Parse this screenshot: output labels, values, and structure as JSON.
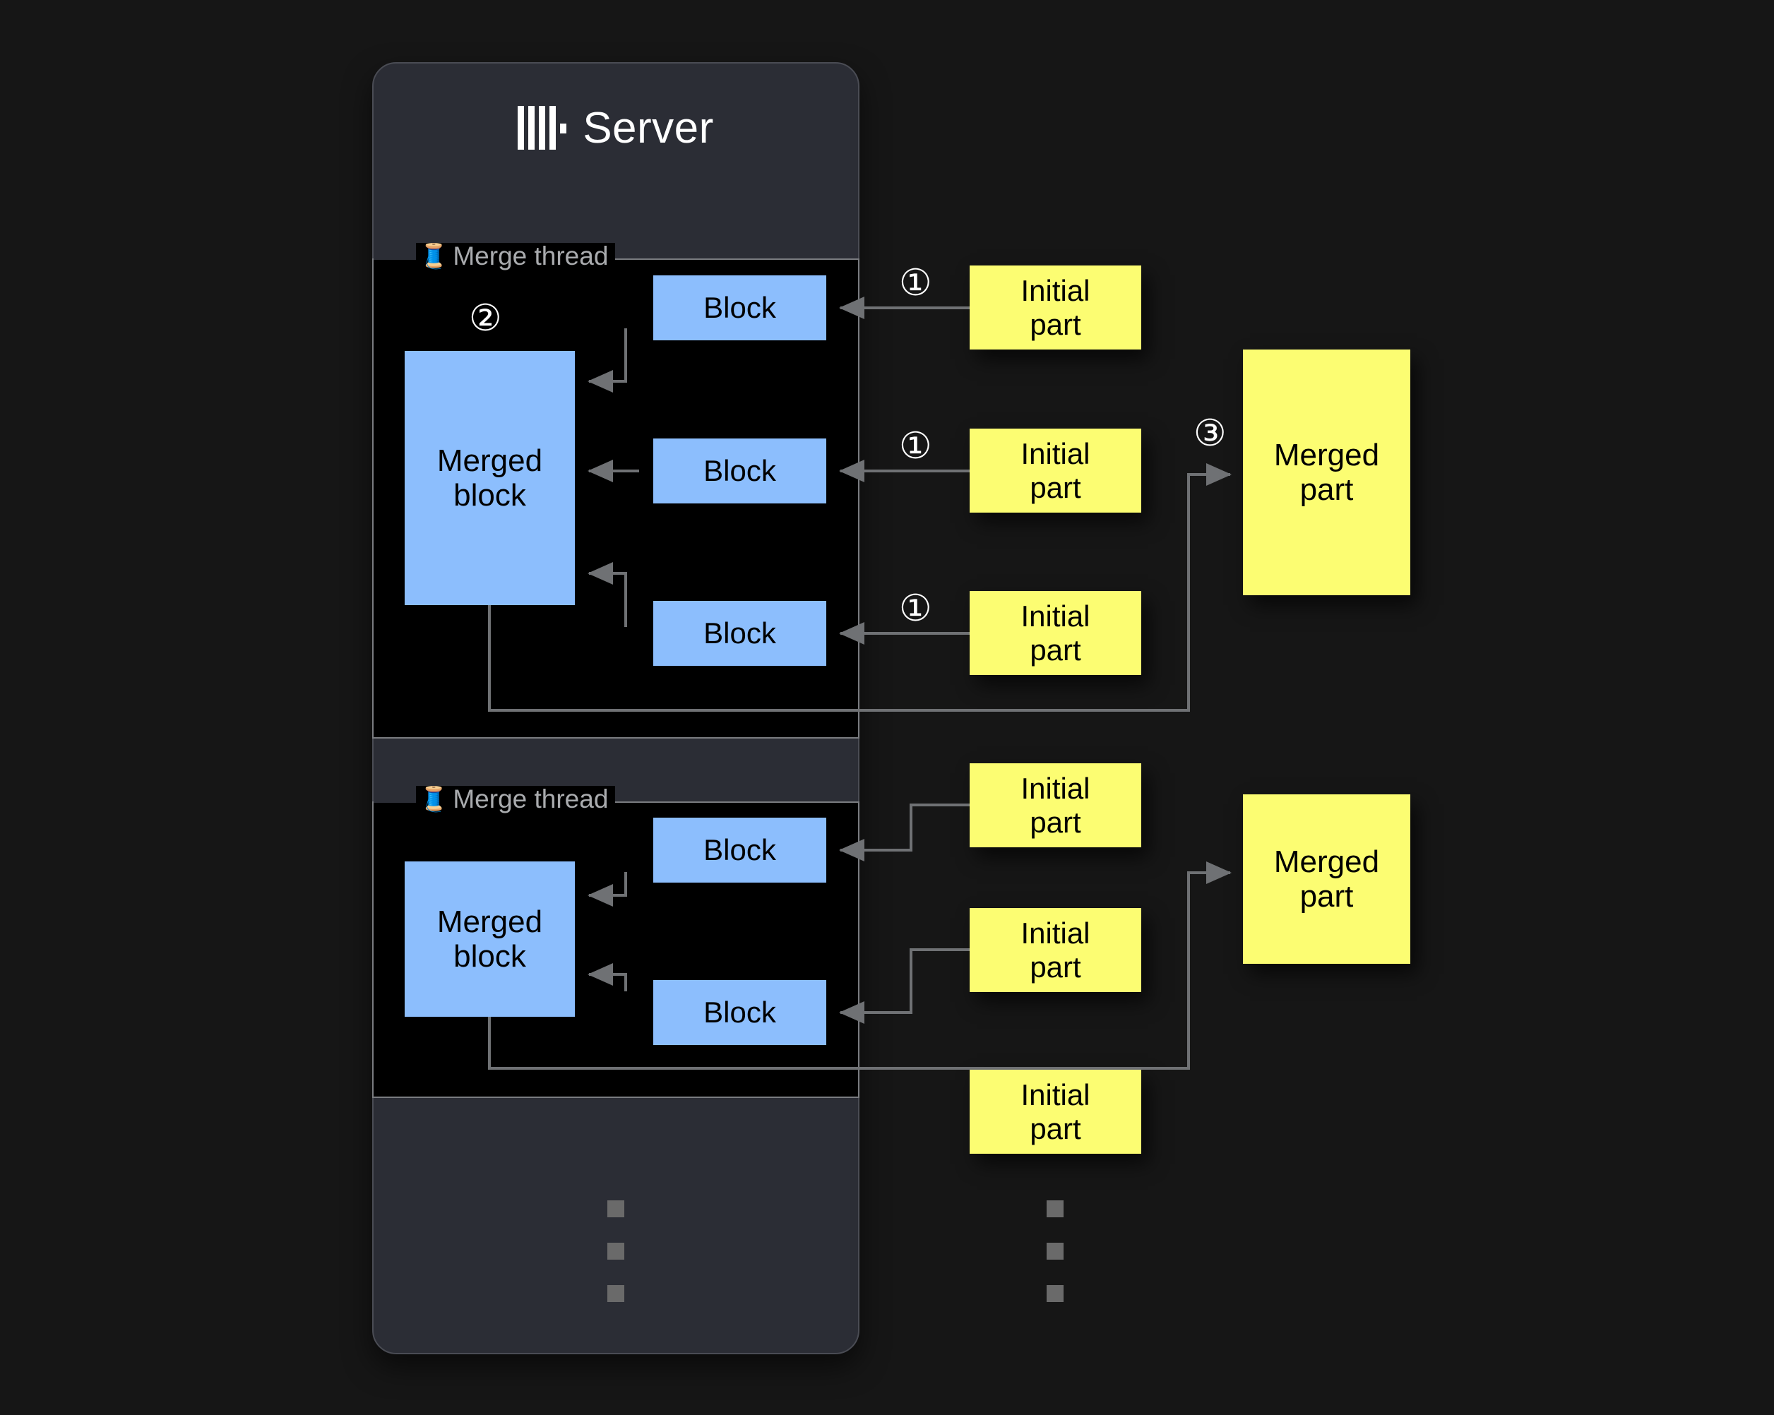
{
  "background_color": "#161616",
  "server": {
    "title": "Server",
    "logo_icon": "clickhouse-logo-icon",
    "panel_color": "#2b2d35"
  },
  "colors": {
    "block": "#8cbefd",
    "part": "#fcfd72",
    "connector": "#6f7174",
    "thread_border": "#7a7c80",
    "thread_fill": "#000000"
  },
  "steps": [
    {
      "id": "1a",
      "label": "①"
    },
    {
      "id": "1b",
      "label": "①"
    },
    {
      "id": "1c",
      "label": "①"
    },
    {
      "id": "2",
      "label": "②"
    },
    {
      "id": "3",
      "label": "③"
    }
  ],
  "threads": [
    {
      "label": "Merge thread",
      "icon": "thread-spool-icon",
      "spool": "🧵",
      "merged_block": "Merged\nblock",
      "merged_block_label": "Merged block",
      "blocks": [
        "Block",
        "Block",
        "Block"
      ],
      "initial_parts": [
        "Initial part",
        "Initial part",
        "Initial part"
      ],
      "merged_part": "Merged part"
    },
    {
      "label": "Merge thread",
      "icon": "thread-spool-icon",
      "spool": "🧵",
      "merged_block": "Merged\nblock",
      "merged_block_label": "Merged block",
      "blocks": [
        "Block",
        "Block"
      ],
      "initial_parts": [
        "Initial part",
        "Initial part"
      ],
      "merged_part": "Merged part"
    }
  ],
  "trailing_initial_part": "Initial part",
  "labels": {
    "block": "Block",
    "merged_block_line1": "Merged",
    "merged_block_line2": "block",
    "initial_line1": "Initial",
    "initial_line2": "part",
    "merged_line1": "Merged",
    "merged_line2": "part"
  },
  "ellipsis": {
    "server_column": "▪ ▪ ▪",
    "parts_column": "▪ ▪ ▪"
  }
}
